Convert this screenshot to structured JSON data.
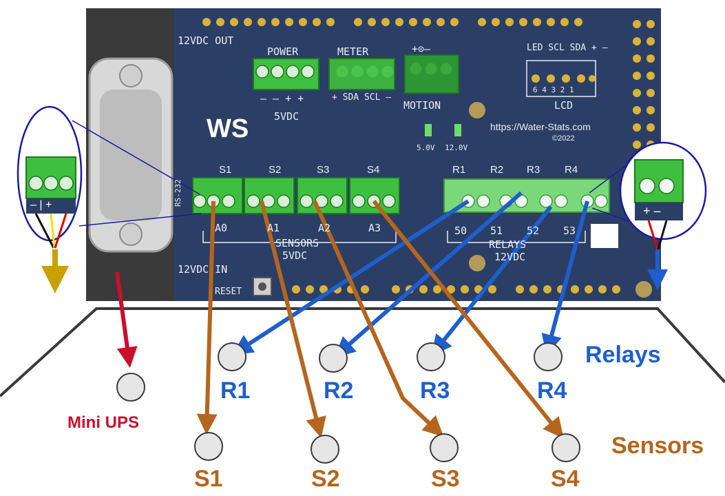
{
  "board": {
    "logo": "WS",
    "label_12v_out": "12VDC OUT",
    "label_12v_in": "12VDC IN",
    "label_reset": "RESET",
    "label_power": "POWER",
    "label_meter": "METER",
    "label_power_pins": "– – + +",
    "label_5vdc": "5VDC",
    "label_meter_pins": "+ SDA SCL –",
    "label_motion": "MOTION",
    "label_motion_sym": "+⊙–",
    "label_lcd": "LCD",
    "label_lcd_top": "LED SCL SDA + –",
    "label_lcd_pins": "6 4 3 2 1",
    "url": "https://Water-Stats.com",
    "copyright": "©2022",
    "led_5v": "5.0V",
    "led_12v": "12.0V",
    "rs232": "RS-232",
    "sensors_title": "SENSORS",
    "sensors_volt": "5VDC",
    "relays_title": "RELAYS",
    "relays_volt": "12VDC",
    "sensor_tops": [
      "S1",
      "S2",
      "S3",
      "S4"
    ],
    "sensor_bottoms": [
      "A0",
      "A1",
      "A2",
      "A3"
    ],
    "relay_tops": [
      "R1",
      "R2",
      "R3",
      "R4"
    ],
    "relay_bottoms": [
      "50",
      "51",
      "52",
      "53"
    ]
  },
  "callout_left": {
    "pins": "– | +"
  },
  "callout_right": {
    "pins": "+ –"
  },
  "targets": {
    "relays": [
      "R1",
      "R2",
      "R3",
      "R4"
    ],
    "sensors": [
      "S1",
      "S2",
      "S3",
      "S4"
    ],
    "ups": "Mini UPS"
  },
  "legend": {
    "relays": "Relays",
    "sensors": "Sensors"
  },
  "colors": {
    "board": "#2b3f66",
    "terminal": "#3fbf3f",
    "relay_arrow": "#1e5fcc",
    "sensor_arrow": "#b5651d",
    "ups_arrow": "#c8102e",
    "callout_arrow": "#c8a000",
    "callout_ring": "#1a1aa0"
  }
}
